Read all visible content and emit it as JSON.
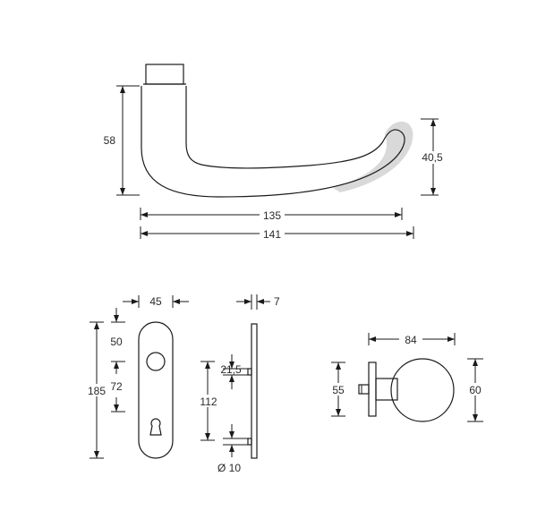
{
  "lever": {
    "height": "58",
    "grip_height": "40,5",
    "length_inner": "135",
    "length_total": "141"
  },
  "plate": {
    "width": "45",
    "thickness": "7",
    "top_offset": "50",
    "spindle_to_cyl": "72",
    "total_height": "185",
    "cyl_depth": "21,5",
    "cyl_span": "112",
    "pin_diameter": "Ø 10"
  },
  "knob": {
    "diameter": "84",
    "rose_height": "55",
    "ball_height": "60"
  }
}
